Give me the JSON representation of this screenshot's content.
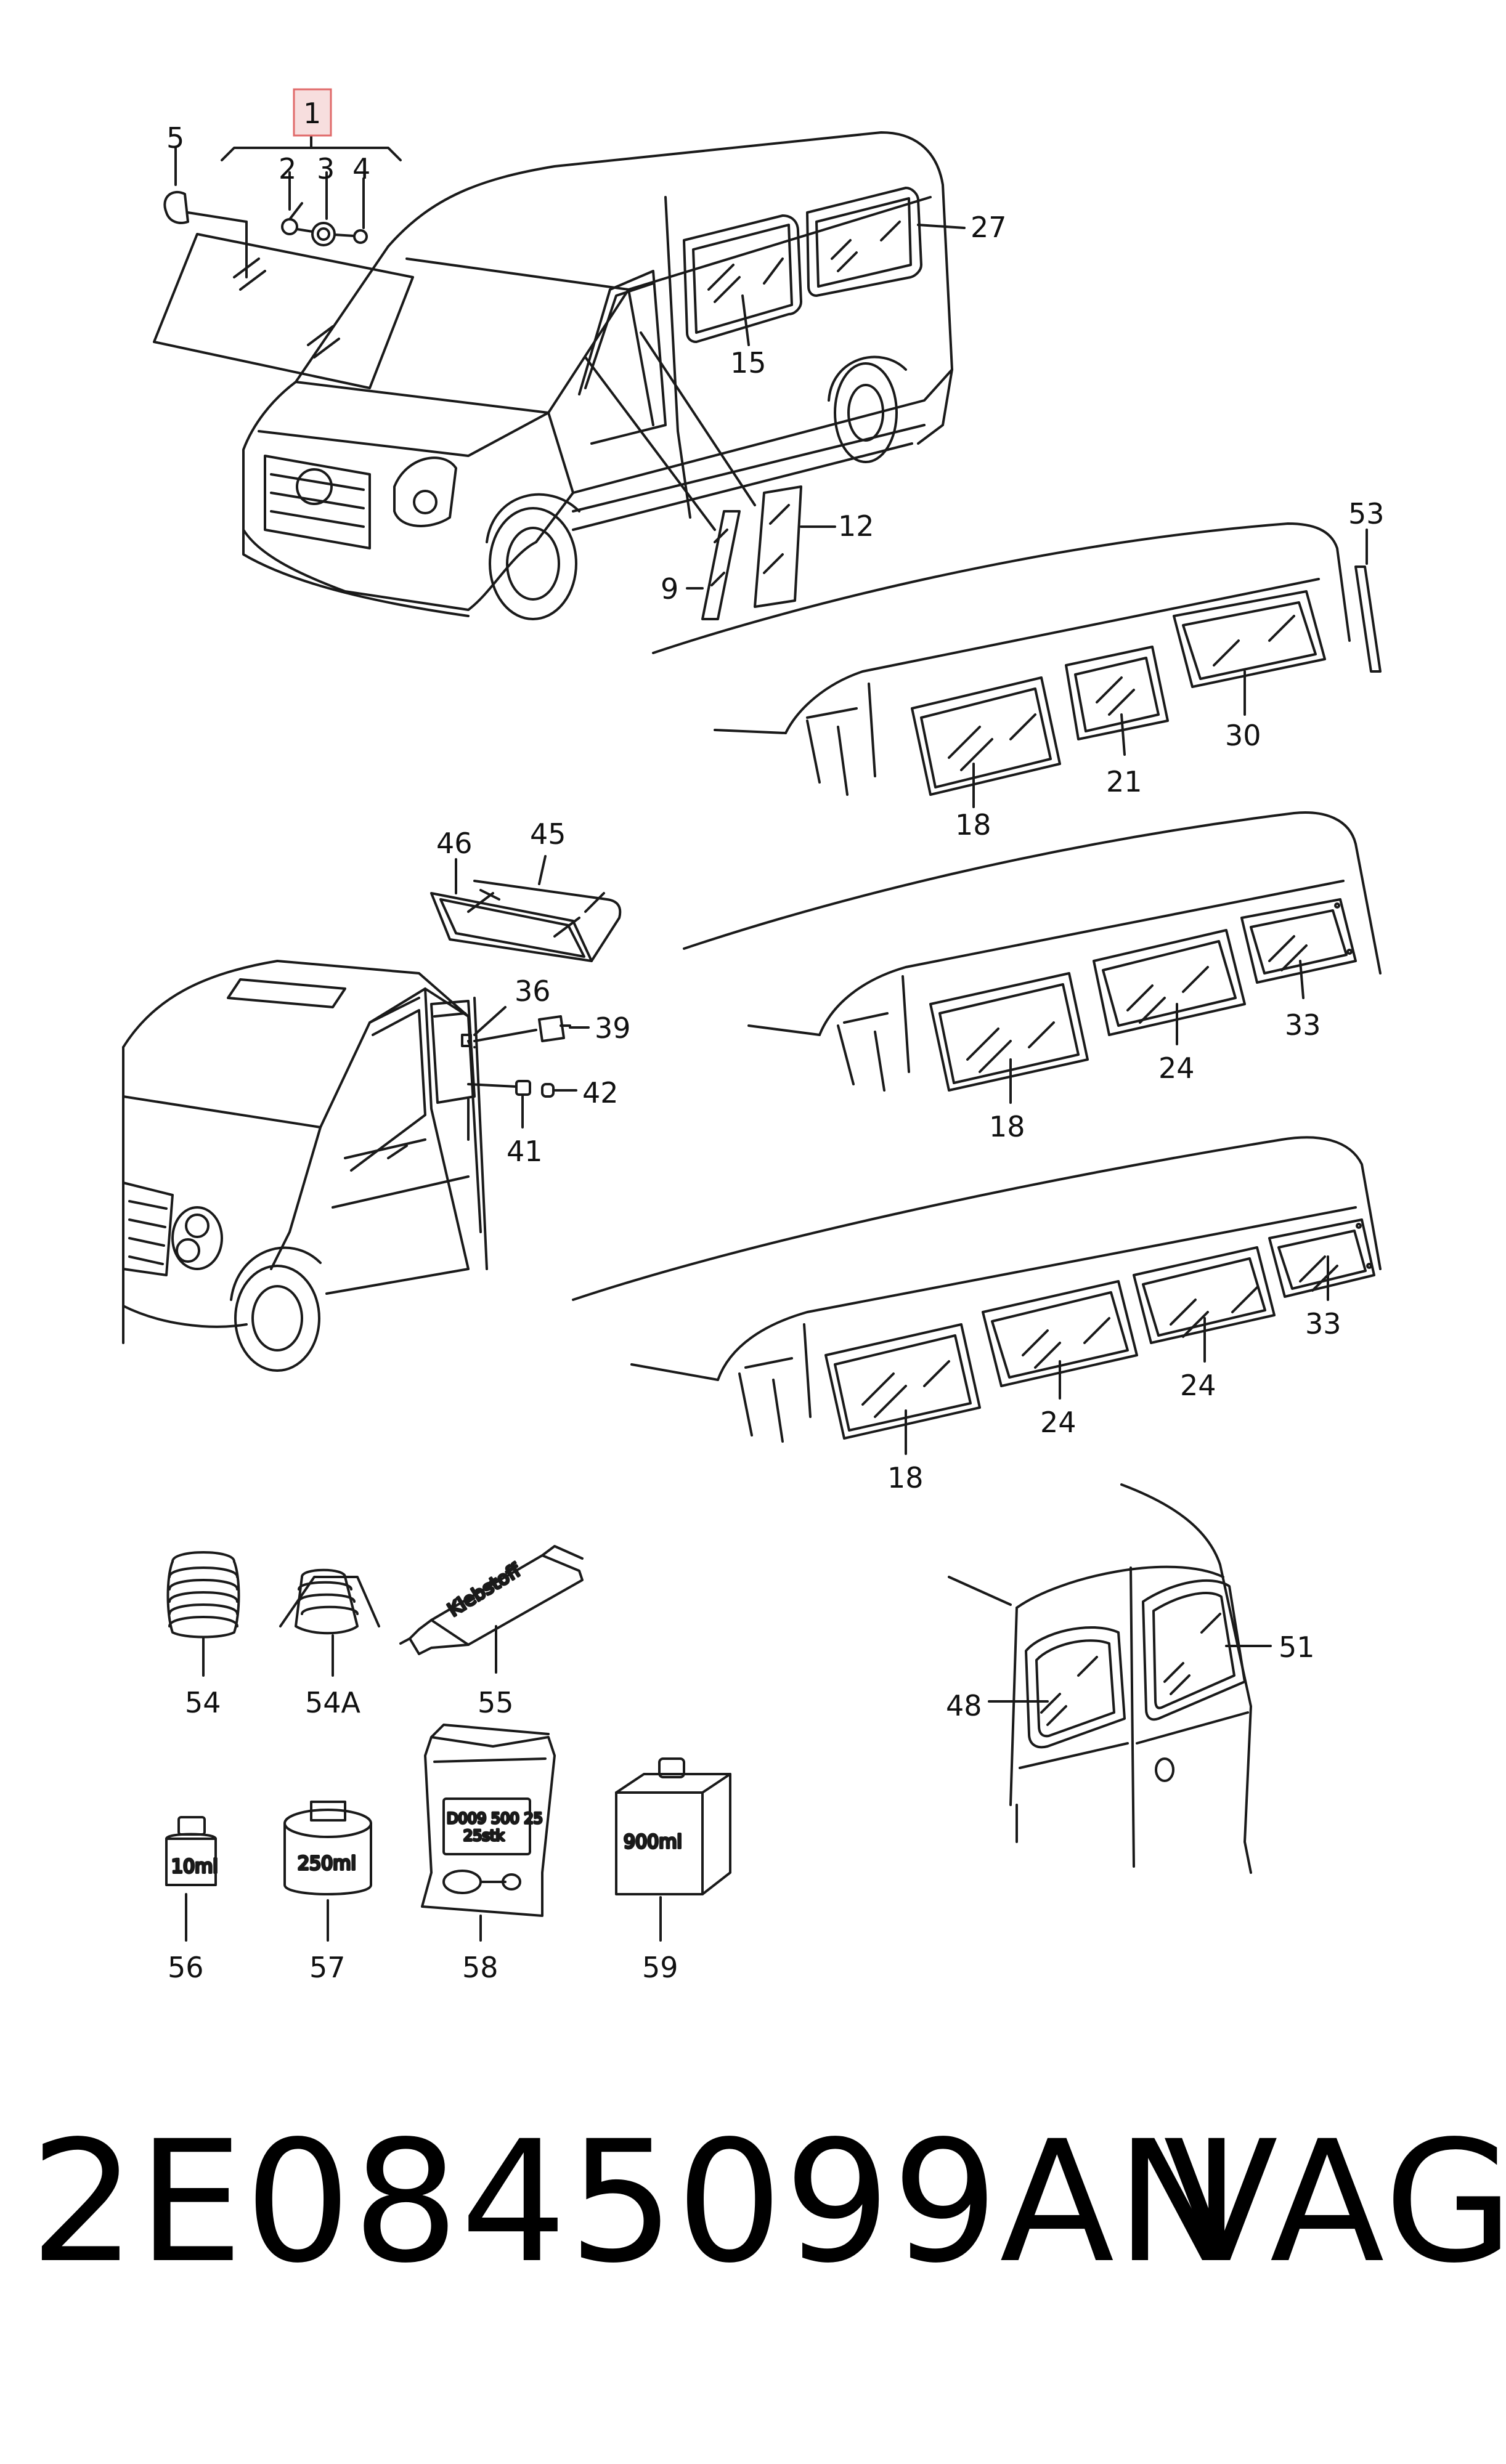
{
  "callouts": [
    {
      "id": "c1",
      "label": "1"
    },
    {
      "id": "c2",
      "label": "2"
    },
    {
      "id": "c3",
      "label": "3"
    },
    {
      "id": "c4",
      "label": "4"
    },
    {
      "id": "c5",
      "label": "5"
    },
    {
      "id": "c27",
      "label": "27"
    },
    {
      "id": "c15",
      "label": "15"
    },
    {
      "id": "c12",
      "label": "12"
    },
    {
      "id": "c9",
      "label": "9"
    },
    {
      "id": "c53",
      "label": "53"
    },
    {
      "id": "c30",
      "label": "30"
    },
    {
      "id": "c21",
      "label": "21"
    },
    {
      "id": "c18a",
      "label": "18"
    },
    {
      "id": "c46",
      "label": "46"
    },
    {
      "id": "c45",
      "label": "45"
    },
    {
      "id": "c36",
      "label": "36"
    },
    {
      "id": "c39",
      "label": "39"
    },
    {
      "id": "c42",
      "label": "42"
    },
    {
      "id": "c41",
      "label": "41"
    },
    {
      "id": "c33a",
      "label": "33"
    },
    {
      "id": "c24a",
      "label": "24"
    },
    {
      "id": "c18b",
      "label": "18"
    },
    {
      "id": "c33b",
      "label": "33"
    },
    {
      "id": "c24b",
      "label": "24"
    },
    {
      "id": "c24c",
      "label": "24"
    },
    {
      "id": "c18c",
      "label": "18"
    },
    {
      "id": "c54",
      "label": "54"
    },
    {
      "id": "c54a",
      "label": "54A"
    },
    {
      "id": "c55",
      "label": "55"
    },
    {
      "id": "c51",
      "label": "51"
    },
    {
      "id": "c48",
      "label": "48"
    },
    {
      "id": "c56",
      "label": "56"
    },
    {
      "id": "c57",
      "label": "57"
    },
    {
      "id": "c58",
      "label": "58"
    },
    {
      "id": "c59",
      "label": "59"
    }
  ],
  "product_labels": {
    "tube": "Klebstoff",
    "bottle_10": "10ml",
    "can_250": "250ml",
    "bag_line1": "D009 500 25",
    "bag_line2": "25stk",
    "box_900": "900ml"
  },
  "footer": {
    "part_number": "2E0845099AN",
    "brand": "VAG"
  },
  "colors": {
    "line": "#1a1a1a",
    "highlight_box_fill": "#f7dede",
    "highlight_box_stroke": "#e06a6a"
  }
}
